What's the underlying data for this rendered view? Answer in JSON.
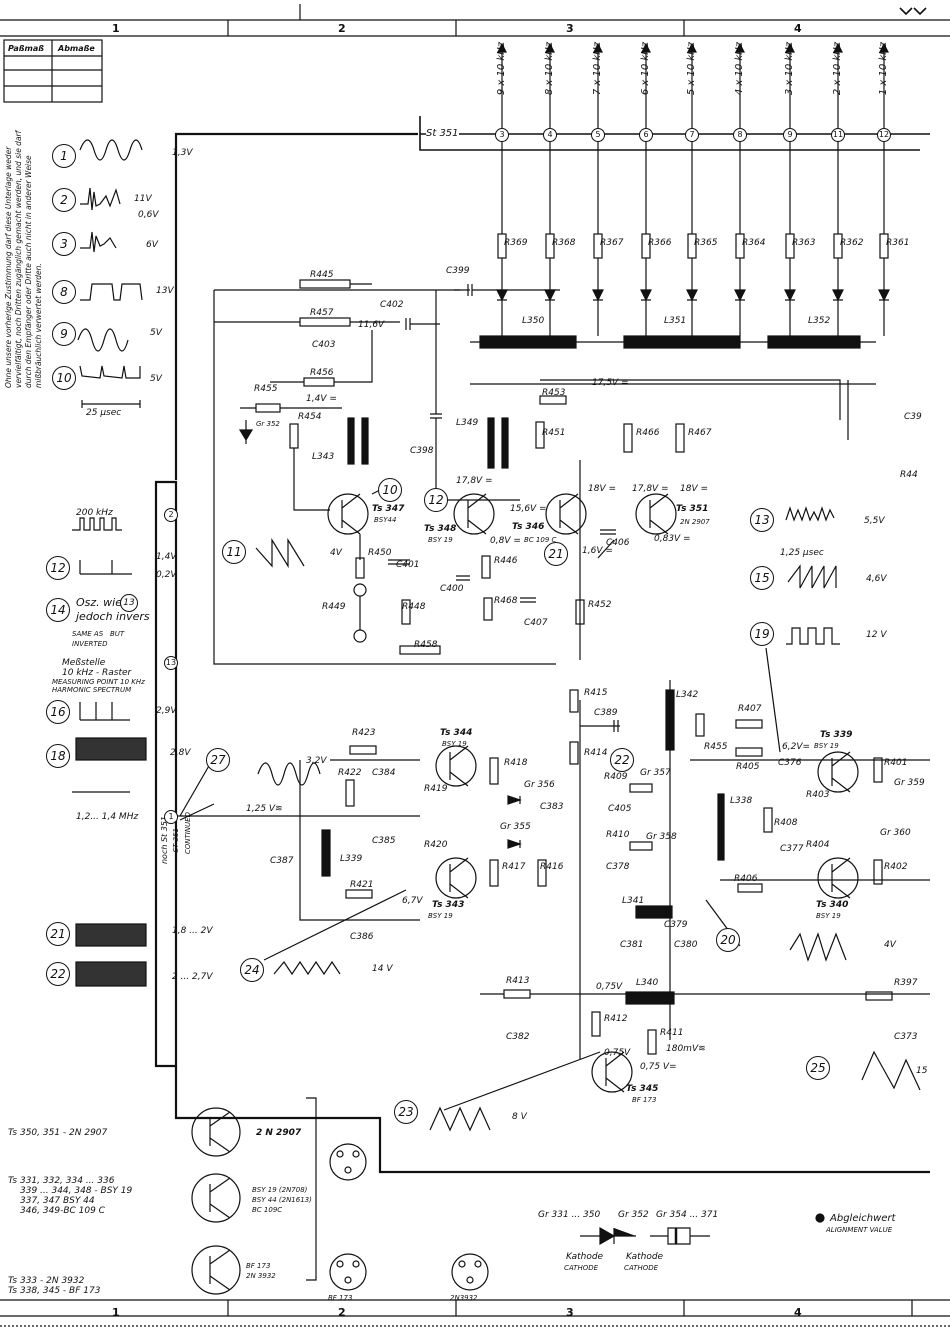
{
  "columns": [
    "1",
    "2",
    "3",
    "4"
  ],
  "table": {
    "col1": "Paßmaß",
    "col2": "Abmaße"
  },
  "copyright_note": "Ohne unsere vorherige Zustimmung darf diese Unterlage weder vervielfältigt, noch Dritten zugänglich gemacht werden, und sie darf durch den Empfänger oder Dritte auch nicht in anderer Weise mißbräuchlich verwertet werden.",
  "freq_labels": [
    "9 x 10 kHz",
    "8 x 10 kHz",
    "7 x 10 kHz",
    "6 x 10 kHz",
    "5 x 10 kHz",
    "4 x 10 kHz",
    "3 x 10 kHz",
    "2 x 10 kHz",
    "1 x 10 kHz"
  ],
  "freq_pins": [
    "3",
    "4",
    "5",
    "6",
    "7",
    "8",
    "9",
    "11",
    "12"
  ],
  "connector": "St 351",
  "resistors_top": [
    "R369",
    "R368",
    "R367",
    "R366",
    "R365",
    "R364",
    "R363",
    "R362",
    "R361"
  ],
  "waveforms_left": [
    {
      "n": "1",
      "v": "1,3V"
    },
    {
      "n": "2",
      "v": "11V",
      "v2": "0,6V"
    },
    {
      "n": "3",
      "v": "6V"
    },
    {
      "n": "8",
      "v": "13V"
    },
    {
      "n": "9",
      "v": "5V"
    },
    {
      "n": "10",
      "v": "5V",
      "time": "25 µsec"
    }
  ],
  "wave_mid": [
    {
      "label": "200 kHz"
    },
    {
      "n": "12",
      "v": "1,4V",
      "v2": "0,2V"
    },
    {
      "n": "14",
      "text": "Osz. wie",
      "text2": "jedoch invers",
      "ref": "13",
      "en": "SAME AS",
      "en2": "BUT",
      "en3": "INVERTED"
    },
    {
      "label": "Meßstelle",
      "label2": "10 kHz - Raster",
      "label3": "MEASURING POINT 10 KHz",
      "label4": "HARMONIC SPECTRUM"
    },
    {
      "n": "16",
      "v": "2,9V"
    },
    {
      "n": "18",
      "v": "2,8V"
    },
    {
      "label": "1,2... 1,4 MHz"
    },
    {
      "n": "21",
      "v": "1,8 ... 2V"
    },
    {
      "n": "22",
      "v": "2 ... 2,7V"
    }
  ],
  "vertical_connector": {
    "l1": "noch St 351",
    "l2": "ST 351",
    "l3": "CONTINUED"
  },
  "transistors": {
    "ts347": "Ts 347",
    "ts347t": "BSY44",
    "ts348": "Ts 348",
    "ts348t": "BSY 19",
    "ts346": "Ts 346",
    "ts346t": "BC 109 C",
    "ts351": "Ts 351",
    "ts351t": "2N 2907",
    "ts344": "Ts 344",
    "ts344t": "BSY 19",
    "ts343": "Ts 343",
    "ts343t": "BSY 19",
    "ts339": "Ts 339",
    "ts339t": "BSY 19",
    "ts340": "Ts 340",
    "ts340t": "BSY 19",
    "ts345": "Ts 345",
    "ts345t": "BF 173"
  },
  "labels": {
    "r445": "R445",
    "r457": "R457",
    "c402": "C402",
    "c399": "C399",
    "r455": "R455",
    "r456": "R456",
    "c403": "C403",
    "r454": "R454",
    "gr352": "Gr 352",
    "l343": "L343",
    "c398": "C398",
    "l349": "L349",
    "r453": "R453",
    "r451": "R451",
    "r466": "R466",
    "r467": "R467",
    "r450": "R450",
    "c401": "C401",
    "r449": "R449",
    "r448": "R448",
    "r458": "R458",
    "c400": "C400",
    "r446": "R446",
    "r468": "R468",
    "c407": "C407",
    "c406": "C406",
    "r452": "R452",
    "l350": "L350",
    "l351": "L351",
    "l352": "L352",
    "v17_5": "17,5V =",
    "v11_6": "11,6V",
    "v1_4": "1,4V =",
    "v17_8": "17,8V =",
    "v15_6": "15,6V =",
    "v18": "18V =",
    "v17_8b": "17,8V =",
    "v18b": "18V =",
    "v0_83": "0,83V =",
    "v0_8": "0,8V =",
    "v1_6": "1,6V =",
    "v4": "4V",
    "r415": "R415",
    "c389": "C389",
    "r414": "R414",
    "l342": "L342",
    "r407": "R407",
    "r423": "R423",
    "r422": "R422",
    "c384": "C384",
    "r419": "R419",
    "r418": "R418",
    "gr356": "Gr 356",
    "c383": "C383",
    "gr355": "Gr 355",
    "r417": "R417",
    "r416": "R416",
    "c385": "C385",
    "r420": "R420",
    "l339": "L339",
    "c387": "C387",
    "r421": "R421",
    "c386": "C386",
    "r409": "R409",
    "gr357": "Gr 357",
    "c405": "C405",
    "gr358": "Gr 358",
    "r410": "R410",
    "c378": "C378",
    "l338": "L338",
    "r455b": "R455",
    "r405": "R405",
    "c376": "C376",
    "r408": "R408",
    "c377": "C377",
    "r403": "R403",
    "r404": "R404",
    "r406": "R406",
    "r401": "R401",
    "gr359": "Gr 359",
    "gr360": "Gr 360",
    "r402": "R402",
    "l341": "L341",
    "c379": "C379",
    "c381": "C381",
    "c380": "C380",
    "r413": "R413",
    "c382": "C382",
    "l340": "L340",
    "r412": "R412",
    "r411": "R411",
    "r397": "R397",
    "c373": "C373",
    "c391": "C39",
    "r44x": "R44",
    "v3_2": "3,2V",
    "v1_25": "1,25 V≋",
    "v6_7": "6,7V",
    "v6_2": "6,2V=",
    "v0_75a": "0,75V",
    "v0_75b": "0,75V",
    "v0_75c": "0,75 V=",
    "v180": "180mV≋",
    "w13": "5,5V",
    "w13t": "1,25 µsec",
    "w15": "4,6V",
    "w19": "12 V",
    "w20": "4V",
    "w24": "14 V",
    "w23": "8 V",
    "w25": "15"
  },
  "legend": {
    "ts_a": "Ts 350, 351 - 2N 2907",
    "ts_b1": "Ts 331, 332, 334 ... 336",
    "ts_b2": "339 ... 344, 348 - BSY 19",
    "ts_b3": "337, 347  BSY 44",
    "ts_b4": "346, 349-BC 109 C",
    "ts_c1": "Ts 333 - 2N 3932",
    "ts_c2": "Ts 338, 345 - BF 173",
    "p1": "2 N 2907",
    "p2a": "BSY 19 (2N708)",
    "p2b": "BSY 44 (2N1613)",
    "p2c": "BC 109C",
    "p3a": "BF 173",
    "p3b": "2N 3932",
    "bottom1": "BF 173",
    "bottom2": "2N3932",
    "diodes": "Gr 331 ... 350",
    "diodes2": "Gr 352",
    "diodes3": "Gr 354 ... 371",
    "kathode1": "Kathode",
    "cathode1": "CATHODE",
    "kathode2": "Kathode",
    "cathode2": "CATHODE",
    "align1": "Abgleichwert",
    "align2": "ALIGNMENT VALUE"
  }
}
